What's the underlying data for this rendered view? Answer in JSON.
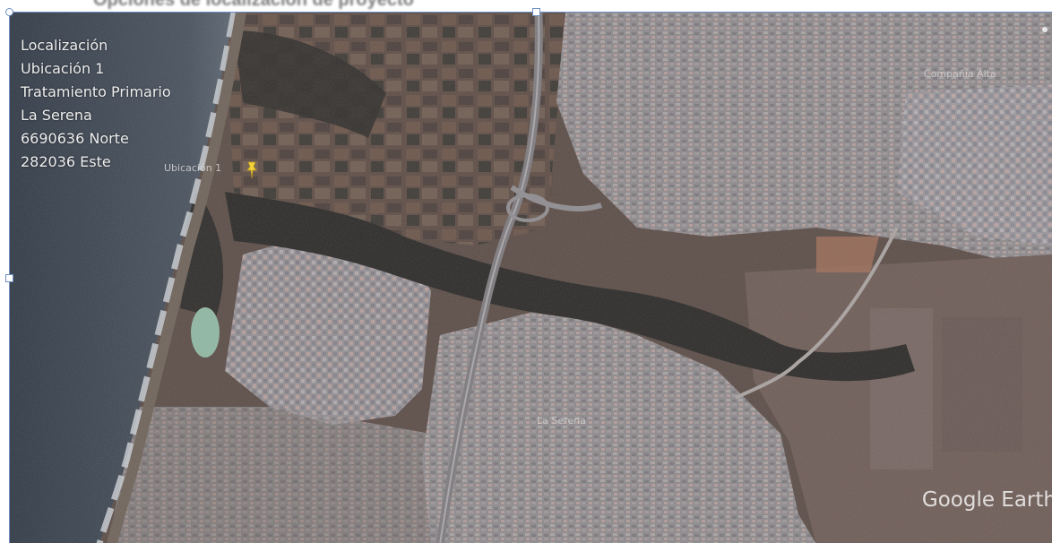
{
  "document": {
    "heading": "Opciones de localización de proyecto"
  },
  "map": {
    "info_lines": [
      "Localización",
      "Ubicación 1",
      "Tratamiento Primario",
      "La Serena",
      "6690636 Norte",
      "282036 Este"
    ],
    "pin": {
      "label": "Ubicación 1",
      "icon": "pushpin-icon",
      "color": "#f3d23a"
    },
    "place_labels": {
      "northeast": "Compañía Alta",
      "center": "La Serena"
    },
    "watermark": "Google Earth",
    "colors": {
      "ocean": "#3b4552",
      "surf": "#c9ccd0",
      "beach": "#6b5d52",
      "farmland": "#5b4a42",
      "urban": "#8e8a8c",
      "vegetation": "#2b2a28",
      "frame": "#6f8fc4"
    }
  }
}
